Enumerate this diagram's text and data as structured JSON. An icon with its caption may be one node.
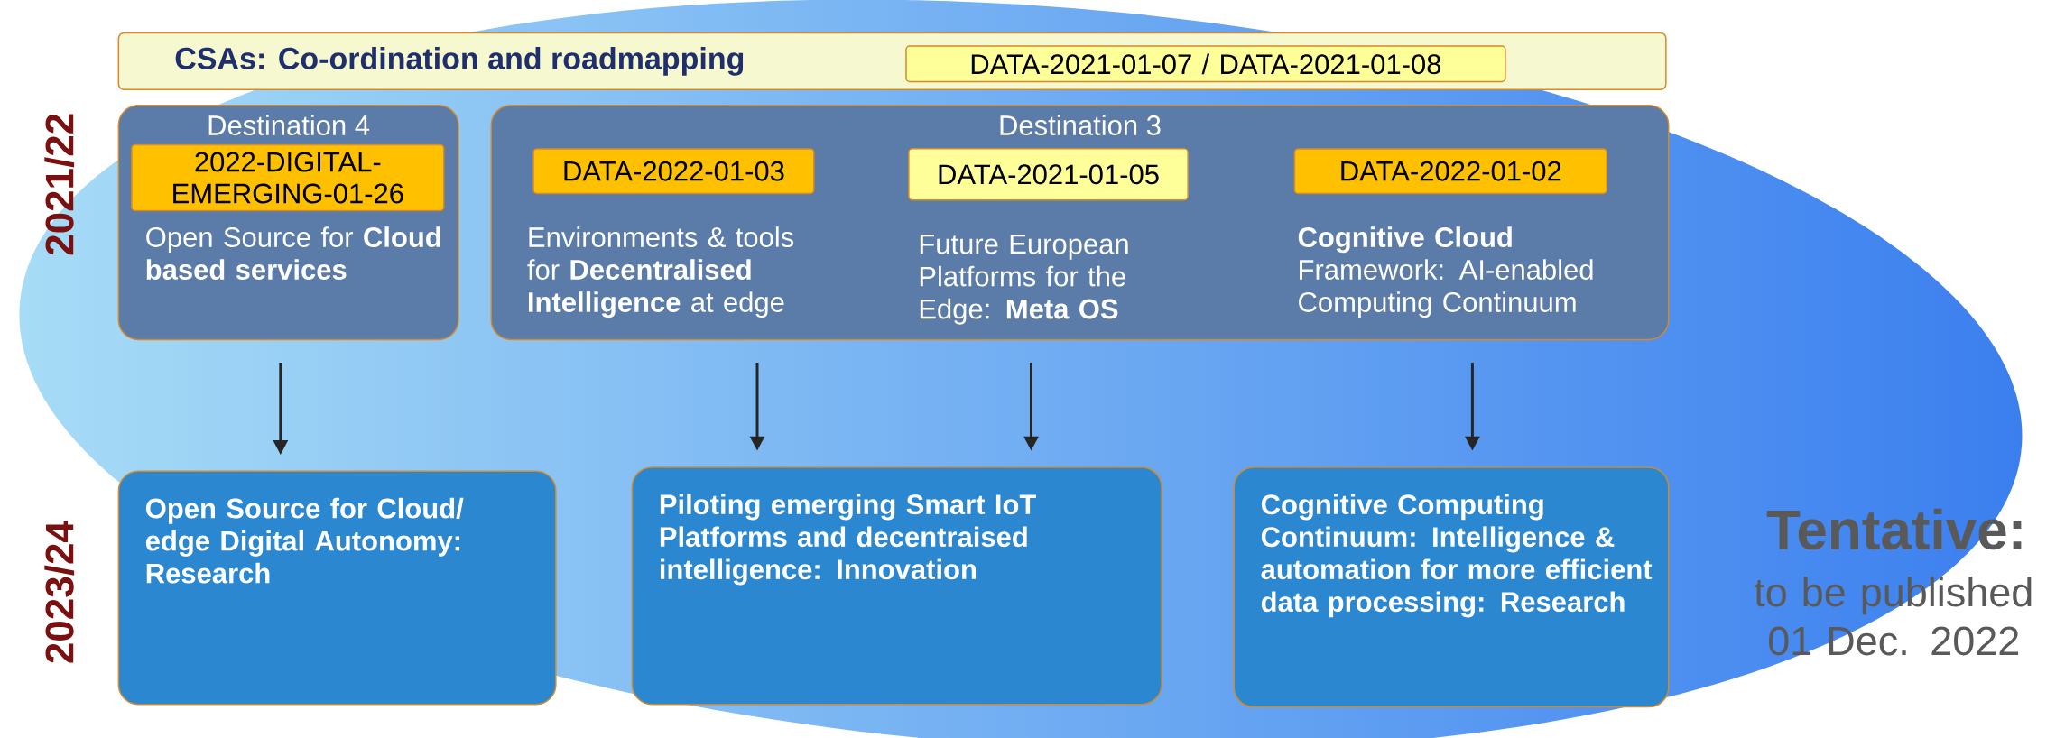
{
  "diagram": {
    "nodes": [
      {
        "text": [
          "CSAs: Co-ordination and roadmapping"
        ]
      },
      {
        "text": [
          "DATA-2021-01-07 / DATA-2021-01-08"
        ],
        "in": 0
      },
      {
        "text": [
          "Destination 4"
        ]
      },
      {
        "text": [
          "2022-DIGITAL-EMERGING-01-26"
        ],
        "in": 2,
        "beside": [
          "Open Source for **Cloud based services**"
        ]
      },
      {
        "text": [
          "Destination 3"
        ]
      },
      {
        "text": [
          "DATA-2022-01-03"
        ],
        "in": 4,
        "beside": [
          "Environments & tools for **Decentralised Intelligence** at edge"
        ]
      },
      {
        "text": [
          "DATA-2021-01-05"
        ],
        "in": 4,
        "beside": [
          "Future European Platforms for the Edge: **Meta OS**"
        ]
      },
      {
        "text": [
          "DATA-2022-01-02"
        ],
        "in": 4,
        "beside": [
          "**Cognitive Cloud** Framework: AI-enabled Computing Continuum"
        ]
      },
      {
        "text": [
          "**Open Source for Cloud/ edge Digital Autonomy:** Research"
        ]
      },
      {
        "text": [
          "Piloting emerging Smart IoT Platforms and decentraised intelligence: Innovation"
        ]
      },
      {
        "text": [
          "Cognitive Computing Continuum: Intelligence & automation for more efficient data processing: Research"
        ]
      }
    ],
    "edges": [
      {
        "from": 2,
        "to": 8,
        "arrow": "to"
      },
      {
        "from": 4,
        "to": 9,
        "arrow": "to"
      },
      {
        "from": 4,
        "to": 9,
        "arrow": "to"
      },
      {
        "from": 4,
        "to": 10,
        "arrow": "to"
      }
    ],
    "labels": [
      "2021/22",
      "2023/24",
      "Tentative:",
      "to be published 01 Dec. 2022"
    ]
  }
}
